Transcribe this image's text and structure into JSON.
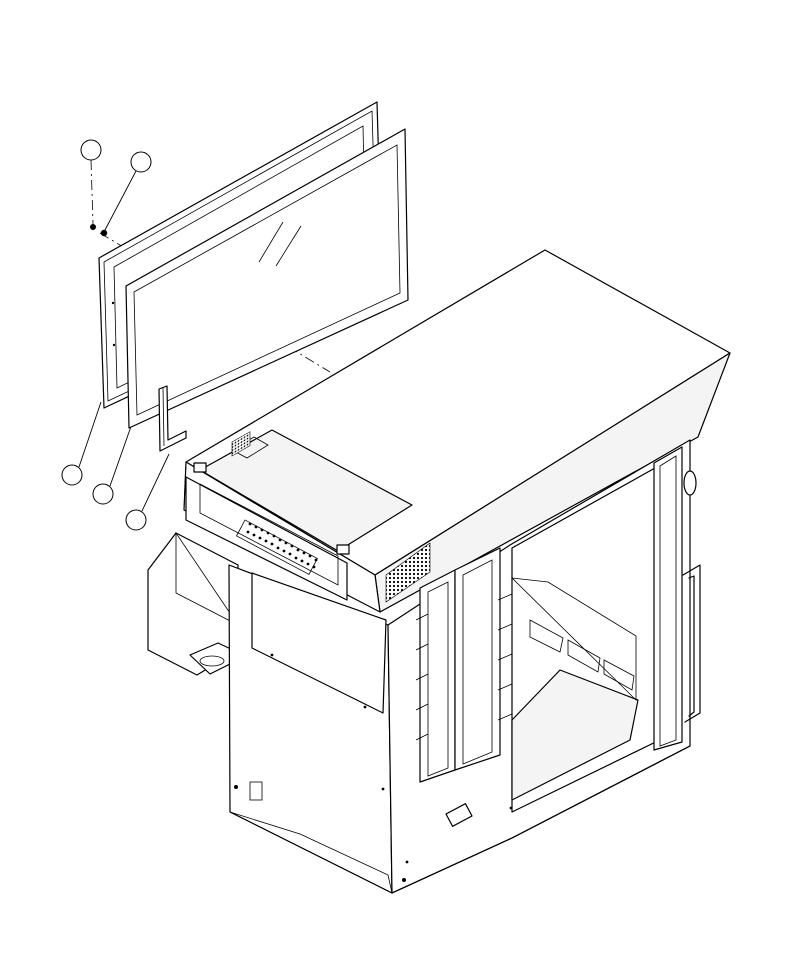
{
  "drawing": {
    "type": "exploded-view parts illustration",
    "callouts": [
      {
        "id": "callout-1",
        "label": ""
      },
      {
        "id": "callout-2",
        "label": ""
      },
      {
        "id": "callout-3",
        "label": ""
      },
      {
        "id": "callout-4",
        "label": ""
      },
      {
        "id": "callout-5",
        "label": ""
      }
    ],
    "line_color": "#000000",
    "background": "#ffffff"
  }
}
